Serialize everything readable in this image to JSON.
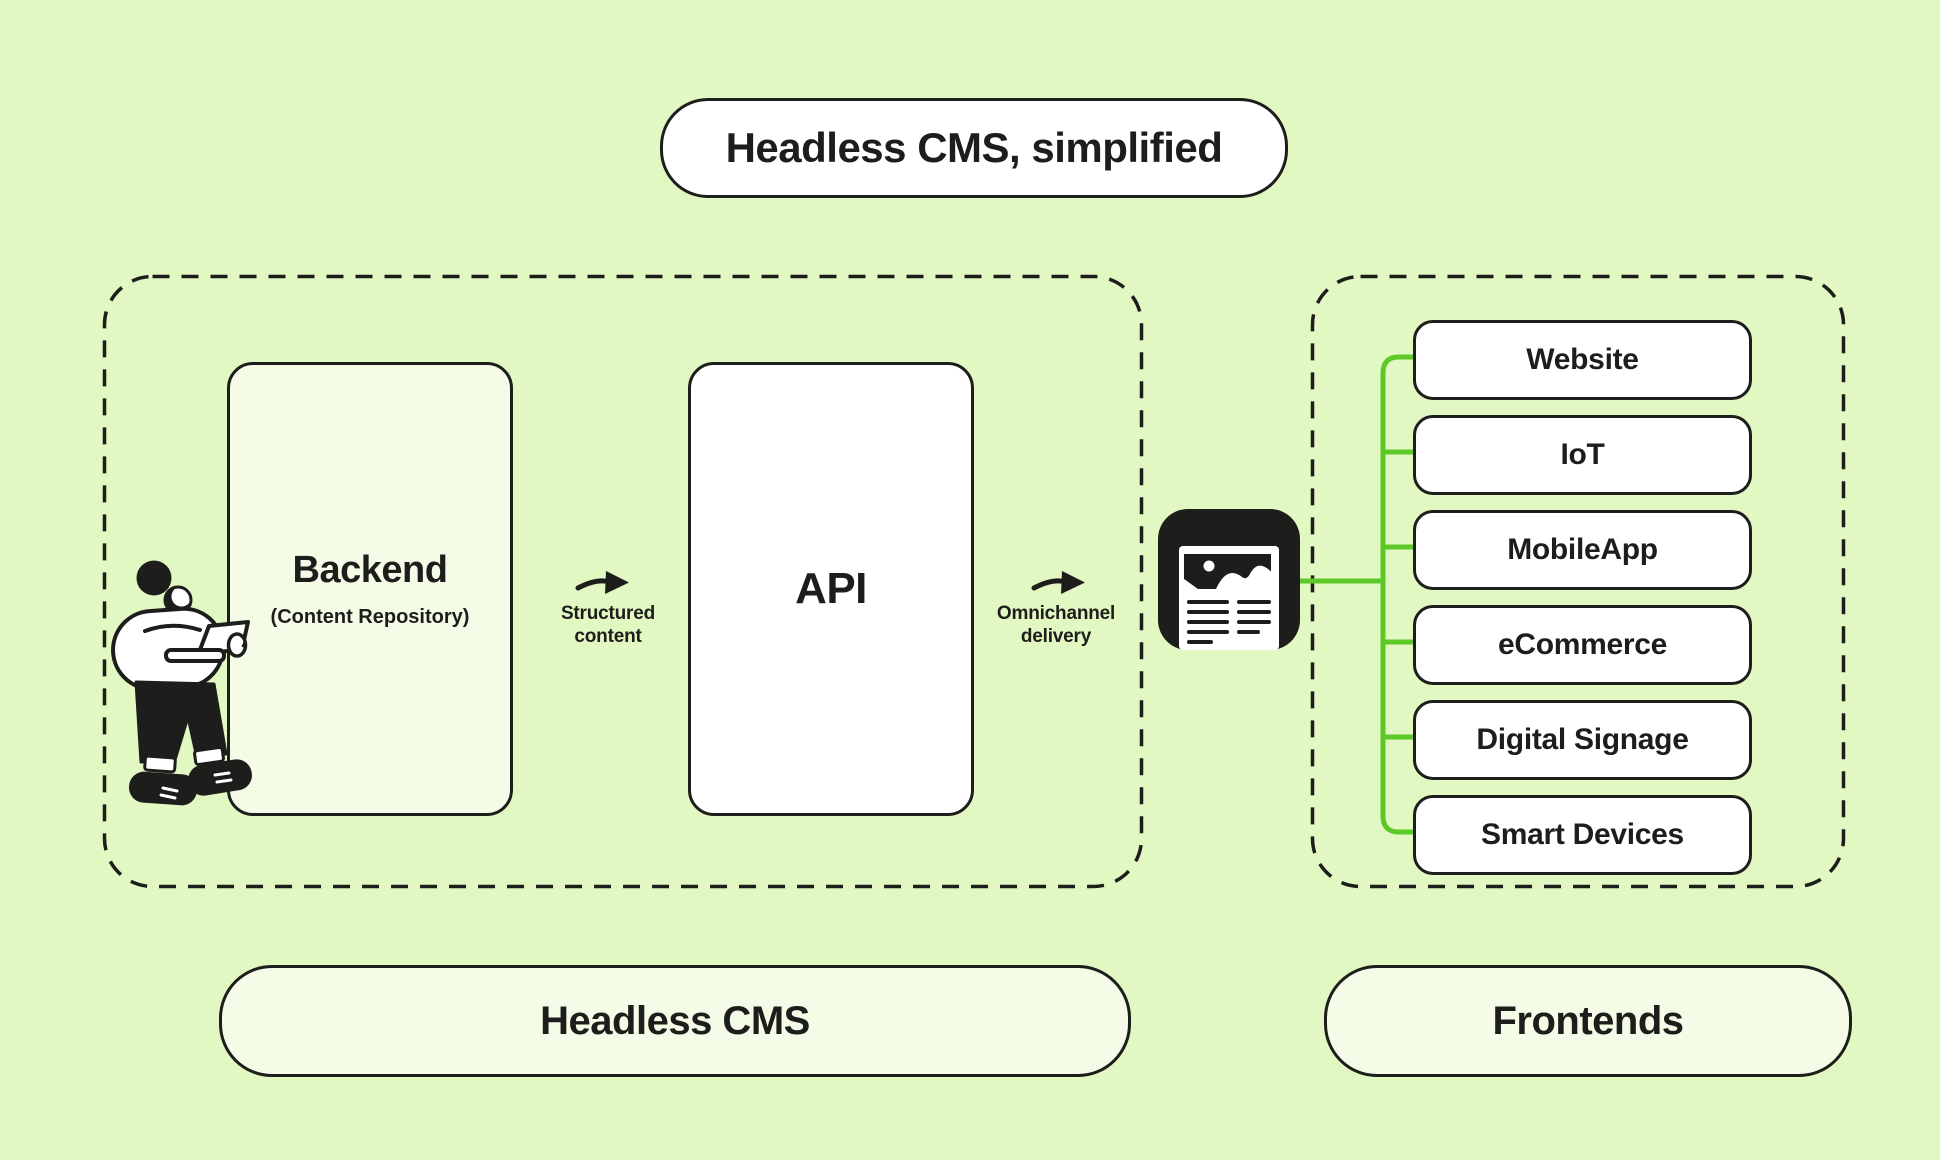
{
  "title": "Headless CMS, simplified",
  "cms_group": {
    "label": "Headless CMS",
    "backend": {
      "title": "Backend",
      "subtitle": "(Content Repository)"
    },
    "api": {
      "title": "API"
    }
  },
  "flows": {
    "structured_content": "Structured\ncontent",
    "omnichannel_delivery": "Omnichannel\ndelivery"
  },
  "frontends_group": {
    "label": "Frontends",
    "items": [
      "Website",
      "IoT",
      "MobileApp",
      "eCommerce",
      "Digital Signage",
      "Smart Devices"
    ]
  },
  "icons": {
    "webpage_icon": "webpage-thumbnail",
    "person_icon": "person-reading-laptop"
  },
  "colors": {
    "background": "#E2F8C2",
    "surface_light": "#F4FCE7",
    "surface_white": "#FFFFFF",
    "ink": "#1D1D1B",
    "connector_green": "#5CC926"
  }
}
